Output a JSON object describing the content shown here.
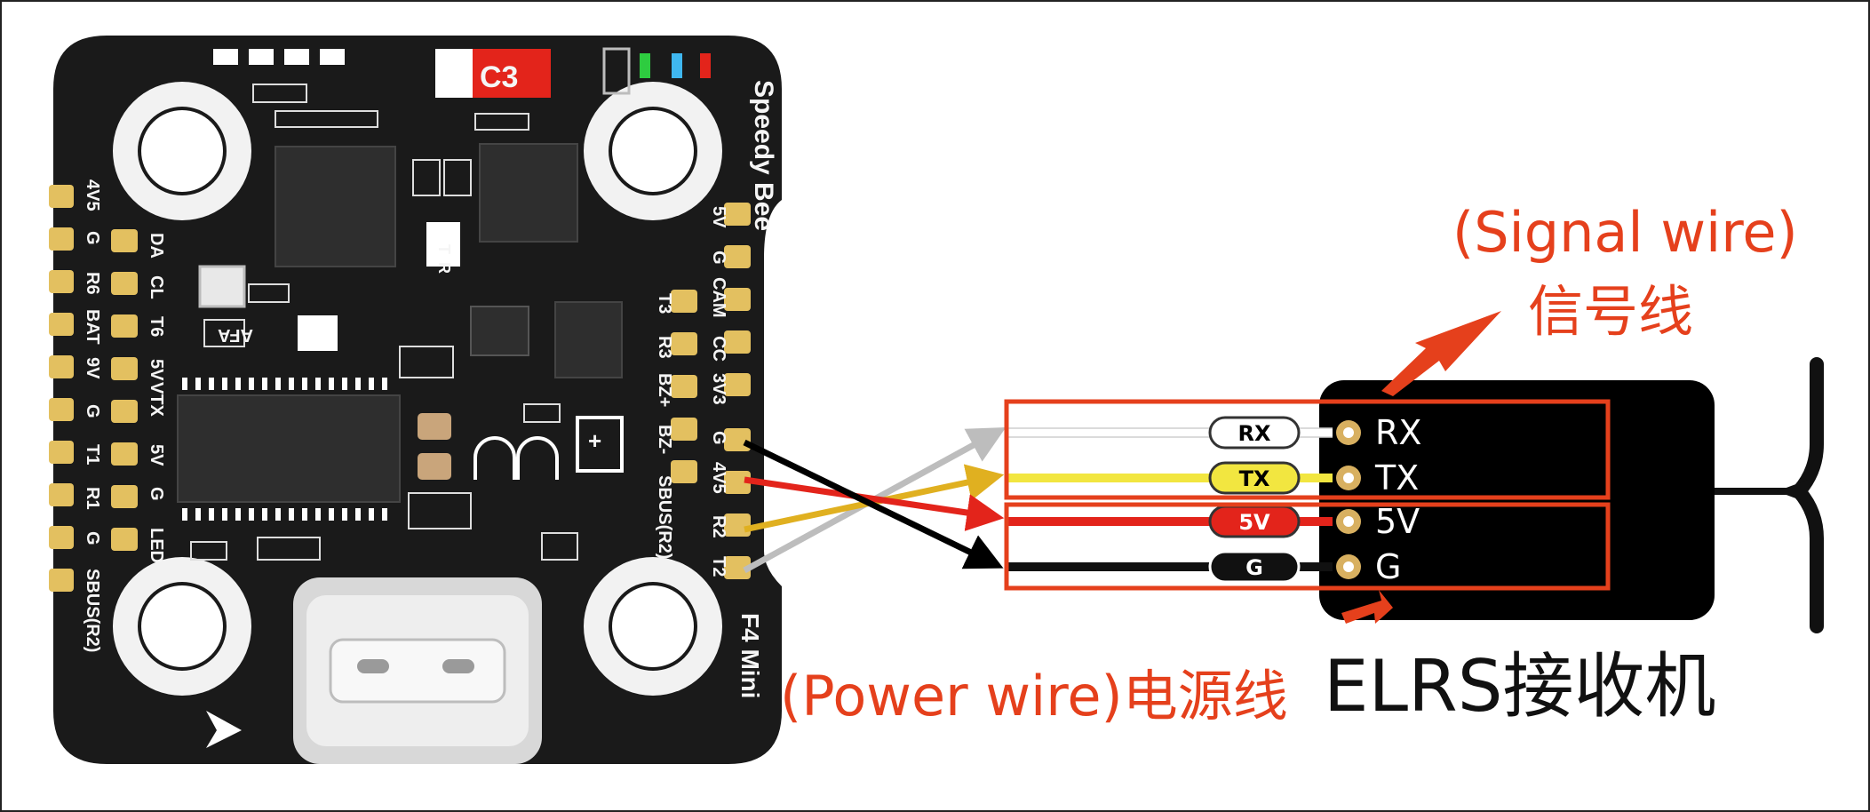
{
  "board": {
    "brand": "Speedy Bee",
    "model": "F4 Mini",
    "chip_marking": "C3",
    "left_pads_outer": [
      "4V5",
      "G",
      "R6",
      "BAT",
      "9V",
      "G",
      "T1",
      "R1",
      "G",
      "SBUS(R2)"
    ],
    "left_pads_inner": [
      "DA",
      "CL",
      "T6",
      "5V",
      "VTX",
      "5V",
      "G",
      "LED"
    ],
    "right_pads_outer": [
      "5V",
      "G",
      "CAM",
      "CC",
      "3V3",
      "G",
      "4V5",
      "R2",
      "T2"
    ],
    "right_pads_inner": [
      "T3",
      "R3",
      "BZ+",
      "BZ-",
      "SBUS(R2)"
    ],
    "misc_labels": [
      "AFA",
      "T",
      "R"
    ]
  },
  "wires": [
    {
      "tag": "RX",
      "wire_color": "#ffffff",
      "tag_bg": "#ffffff",
      "tag_text_color": "#000000"
    },
    {
      "tag": "TX",
      "wire_color": "#f2e640",
      "tag_bg": "#f2e640",
      "tag_text_color": "#000000"
    },
    {
      "tag": "5V",
      "wire_color": "#e3241b",
      "tag_bg": "#e3241b",
      "tag_text_color": "#ffffff"
    },
    {
      "tag": "G",
      "wire_color": "#111111",
      "tag_bg": "#111111",
      "tag_text_color": "#ffffff"
    }
  ],
  "receiver": {
    "pins": [
      "RX",
      "TX",
      "5V",
      "G"
    ],
    "name": "ELRS接收机"
  },
  "annotations": {
    "signal_en": "(Signal wire)",
    "signal_cn": "信号线",
    "power": "(Power wire)电源线"
  },
  "colors": {
    "annotation_red": "#e5401c",
    "pcb_black": "#1a1a1a",
    "gold_pad": "#e3c060",
    "arrow_white": "#bdbdbd",
    "arrow_yellow": "#e0b020",
    "arrow_red": "#e3241b",
    "arrow_black": "#000000"
  }
}
